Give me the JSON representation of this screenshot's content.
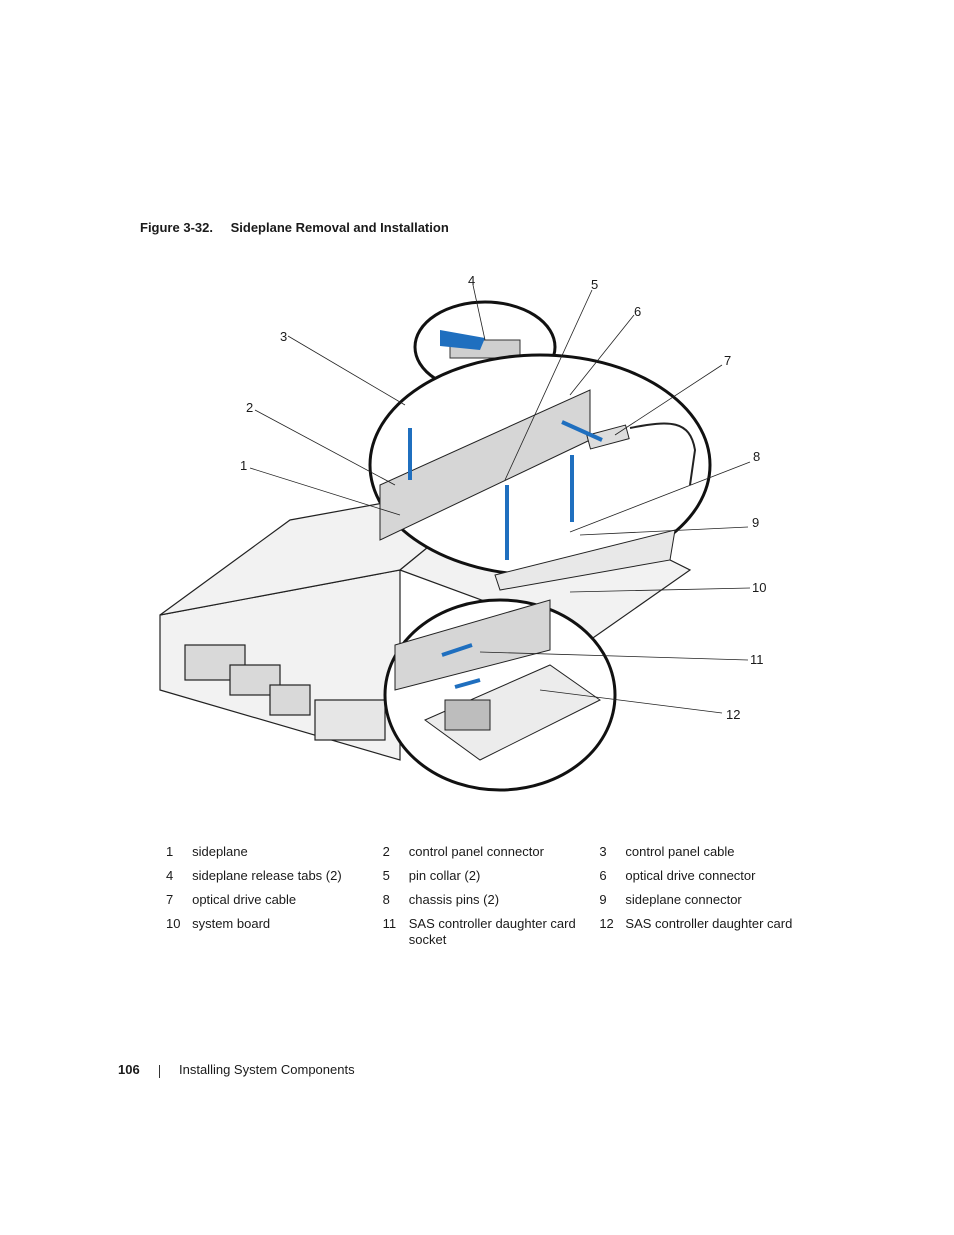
{
  "caption": {
    "number": "Figure 3-32.",
    "title": "Sideplane Removal and Installation"
  },
  "callouts": [
    "1",
    "2",
    "3",
    "4",
    "5",
    "6",
    "7",
    "8",
    "9",
    "10",
    "11",
    "12"
  ],
  "legend": [
    [
      {
        "num": "1",
        "label": "sideplane"
      },
      {
        "num": "2",
        "label": "control panel connector"
      },
      {
        "num": "3",
        "label": "control panel cable"
      }
    ],
    [
      {
        "num": "4",
        "label": "sideplane release tabs (2)"
      },
      {
        "num": "5",
        "label": "pin collar (2)"
      },
      {
        "num": "6",
        "label": "optical drive connector"
      }
    ],
    [
      {
        "num": "7",
        "label": "optical drive cable"
      },
      {
        "num": "8",
        "label": "chassis pins (2)"
      },
      {
        "num": "9",
        "label": "sideplane connector"
      }
    ],
    [
      {
        "num": "10",
        "label": "system board"
      },
      {
        "num": "11",
        "label": "SAS controller daughter card socket"
      },
      {
        "num": "12",
        "label": "SAS controller daughter card"
      }
    ]
  ],
  "footer": {
    "page": "106",
    "section": "Installing System Components"
  },
  "colors": {
    "arrow": "#1f6fbf",
    "text": "#1a1a1a"
  }
}
